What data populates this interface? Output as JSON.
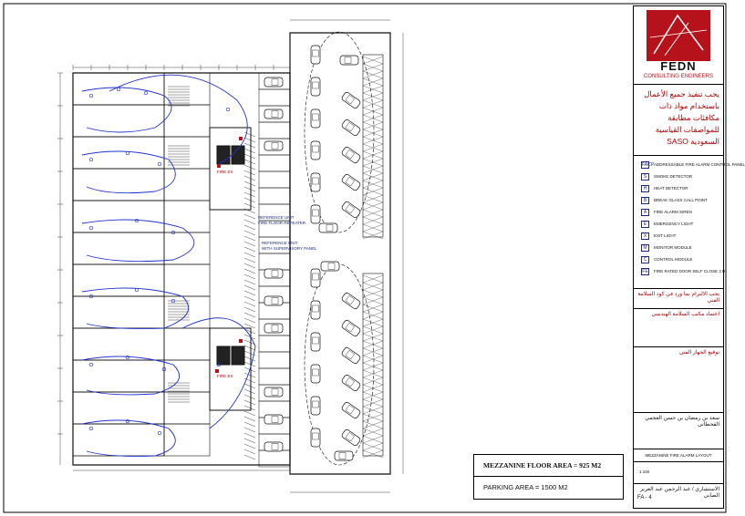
{
  "title_block": {
    "logo_text": "FEDN",
    "logo_subtitle": "CONSULTING ENGINEERS",
    "notes_ar": "يجب تنفيذ جميع الأعمال باستخدام مواد ذات مكافئات مطابقة للمواصفات القياسية السعودية SASO",
    "legend": [
      {
        "symbol": "FACP",
        "label": "ADDRESSABLE FIRE ALARM CONTROL PANEL"
      },
      {
        "symbol": "S",
        "label": "SMOKE DETECTOR"
      },
      {
        "symbol": "H",
        "label": "HEAT DETECTOR"
      },
      {
        "symbol": "B",
        "label": "BREAK GLASS CALL POINT"
      },
      {
        "symbol": "A",
        "label": "FIRE ALARM SIREN"
      },
      {
        "symbol": "E",
        "label": "EMERGENCY LIGHT"
      },
      {
        "symbol": "X",
        "label": "EXIT LIGHT"
      },
      {
        "symbol": "M",
        "label": "MONITOR MODULE"
      },
      {
        "symbol": "C",
        "label": "CONTROL MODULE"
      },
      {
        "symbol": "FE",
        "label": "FIRE RATED DOOR SELF CLOSE 2 H"
      }
    ],
    "stamp_ar": "يجب الالتزام بما ورد في كود السلامة الفني",
    "office_ar": "اعتماد مكتب السلامة الهندسي",
    "owner_ar": "توقيع الجهاز الفني",
    "client_ar": "سعد بن رمضان بن حسن العجمي القحطاني",
    "contractor_ar": "الاستشاري / عبد الرحمن عبد العزيز الصاني",
    "project_label": "MEZZANINE FIRE ALARM LAYOUT",
    "scale": "1:100",
    "drawing_no": "FA - 4"
  },
  "area_table": {
    "mezzanine": "MEZZANINE FLOOR AREA = 925 M2",
    "parking": "PARKING AREA = 1500 M2"
  },
  "plan_labels": {
    "ref_unit_1": "REFERENCE UNIT",
    "ref_unit_2": "FIRE FLOOR REPEATER",
    "ref_unit_3": "REFERENCE UNIT",
    "ref_unit_4": "WITH SUPERVISORY PANEL",
    "fire_ex_1": "FIRE EX",
    "fire_ex_2": "FIRE EX"
  },
  "colors": {
    "wiring": "#2233cc",
    "walls": "#111111",
    "brand": "#b5121b",
    "annotation": "#b00000"
  }
}
